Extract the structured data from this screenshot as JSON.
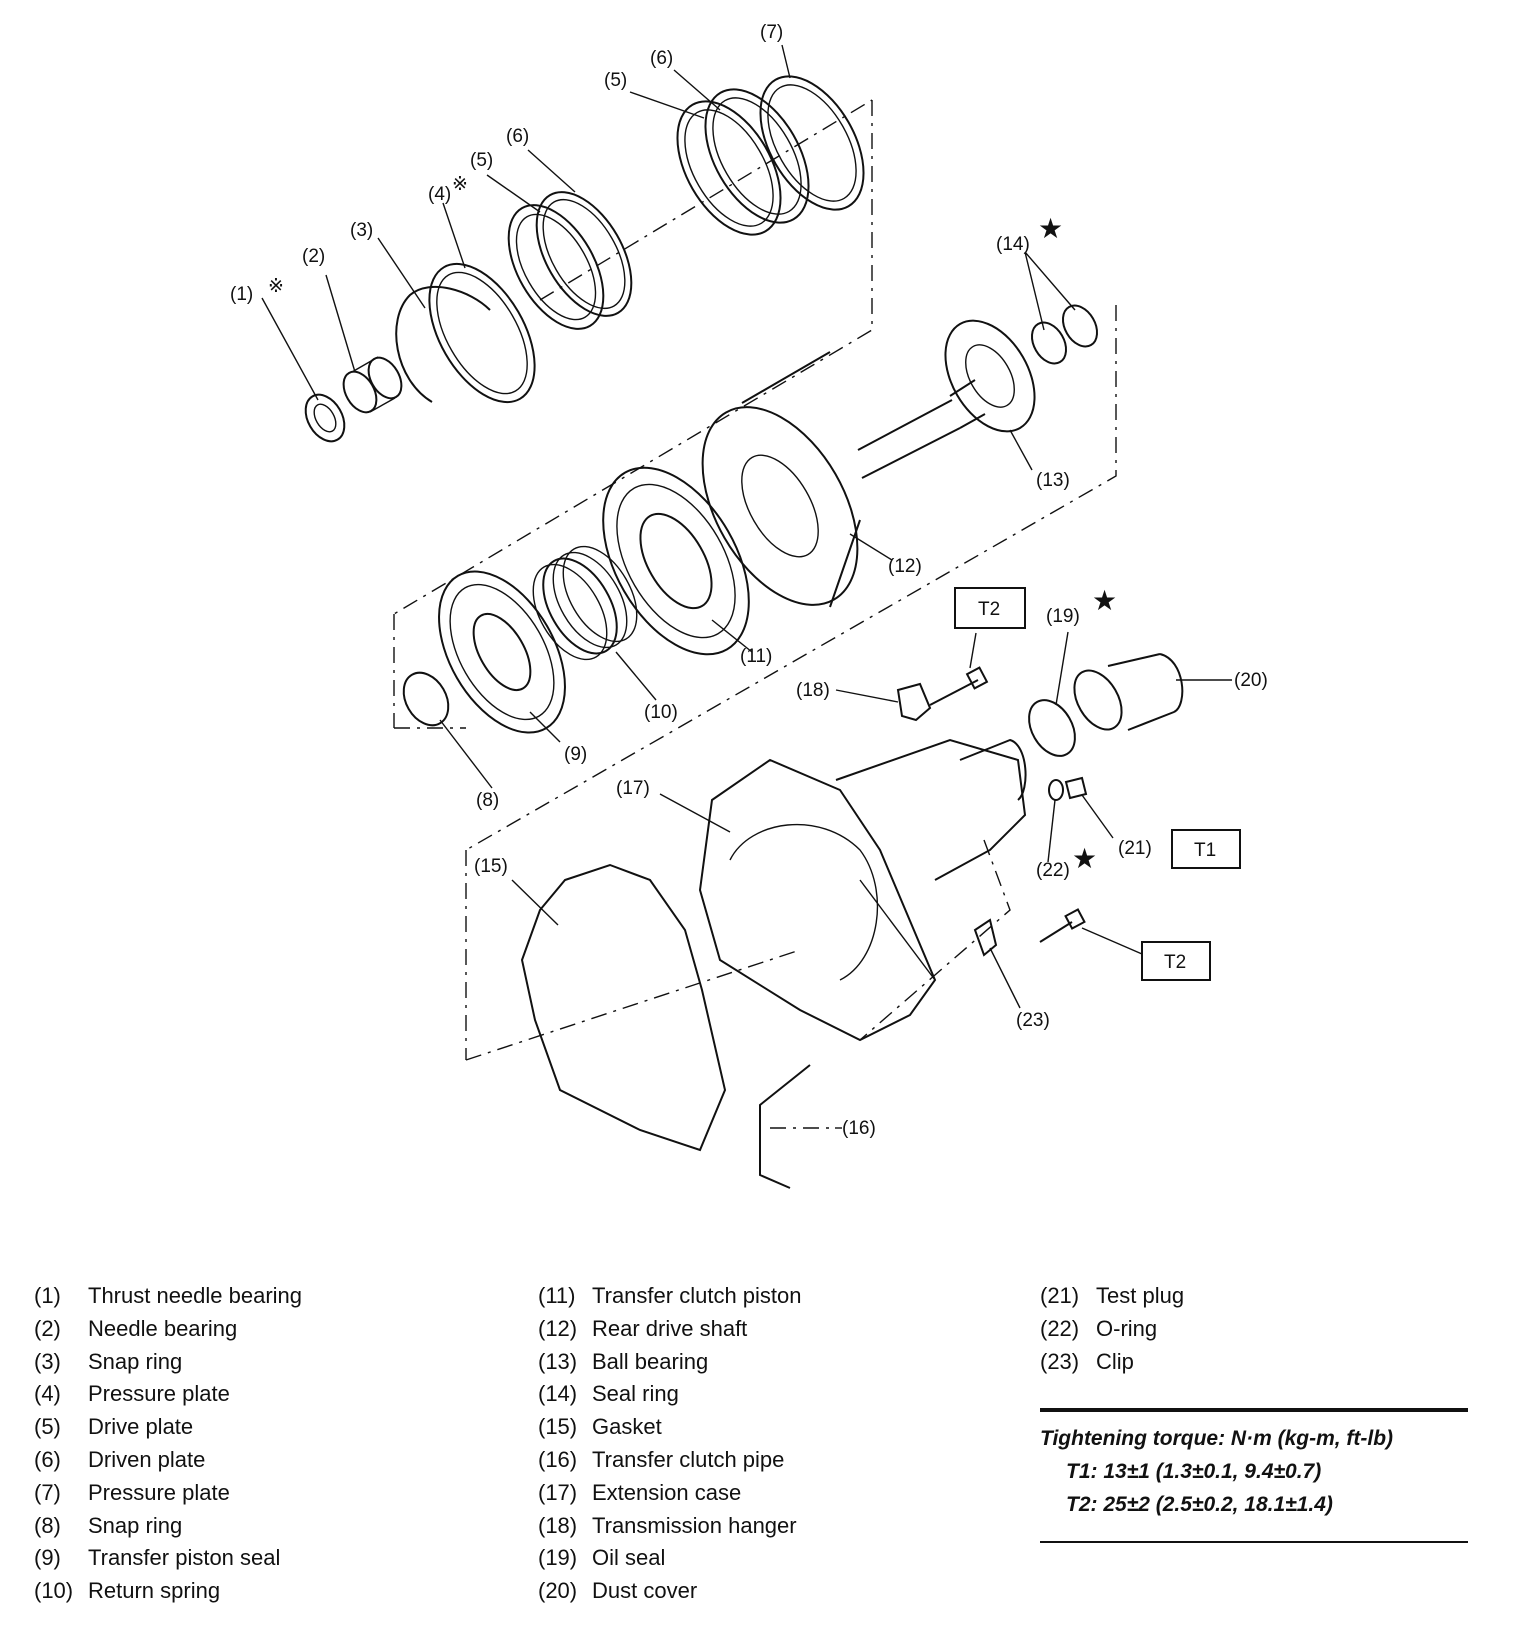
{
  "callouts": {
    "c1": "(1)",
    "c2": "(2)",
    "c3": "(3)",
    "c4": "(4)",
    "c5a": "(5)",
    "c5b": "(5)",
    "c6a": "(6)",
    "c6b": "(6)",
    "c7": "(7)",
    "c8": "(8)",
    "c9": "(9)",
    "c10": "(10)",
    "c11": "(11)",
    "c12": "(12)",
    "c13": "(13)",
    "c14": "(14)",
    "c15": "(15)",
    "c16": "(16)",
    "c17": "(17)",
    "c18": "(18)",
    "c19": "(19)",
    "c20": "(20)",
    "c21": "(21)",
    "c22": "(22)",
    "c23": "(23)"
  },
  "markers": {
    "asterisk": "※",
    "star": "★"
  },
  "torque_tags": {
    "t2_top": "T2",
    "t1": "T1",
    "t2_bottom": "T2"
  },
  "legend": {
    "col1": [
      {
        "num": "(1)",
        "name": "Thrust needle bearing"
      },
      {
        "num": "(2)",
        "name": "Needle bearing"
      },
      {
        "num": "(3)",
        "name": "Snap ring"
      },
      {
        "num": "(4)",
        "name": "Pressure plate"
      },
      {
        "num": "(5)",
        "name": "Drive plate"
      },
      {
        "num": "(6)",
        "name": "Driven plate"
      },
      {
        "num": "(7)",
        "name": "Pressure plate"
      },
      {
        "num": "(8)",
        "name": "Snap ring"
      },
      {
        "num": "(9)",
        "name": "Transfer piston seal"
      },
      {
        "num": "(10)",
        "name": "Return spring"
      }
    ],
    "col2": [
      {
        "num": "(11)",
        "name": "Transfer clutch piston"
      },
      {
        "num": "(12)",
        "name": "Rear drive shaft"
      },
      {
        "num": "(13)",
        "name": "Ball bearing"
      },
      {
        "num": "(14)",
        "name": "Seal ring"
      },
      {
        "num": "(15)",
        "name": "Gasket"
      },
      {
        "num": "(16)",
        "name": "Transfer clutch pipe"
      },
      {
        "num": "(17)",
        "name": "Extension case"
      },
      {
        "num": "(18)",
        "name": "Transmission hanger"
      },
      {
        "num": "(19)",
        "name": "Oil seal"
      },
      {
        "num": "(20)",
        "name": "Dust cover"
      }
    ],
    "col3": [
      {
        "num": "(21)",
        "name": "Test plug"
      },
      {
        "num": "(22)",
        "name": "O-ring"
      },
      {
        "num": "(23)",
        "name": "Clip"
      }
    ]
  },
  "torque": {
    "title": "Tightening torque: N·m (kg-m, ft-lb)",
    "t1": "T1: 13±1 (1.3±0.1, 9.4±0.7)",
    "t2": "T2: 25±2 (2.5±0.2, 18.1±1.4)"
  }
}
